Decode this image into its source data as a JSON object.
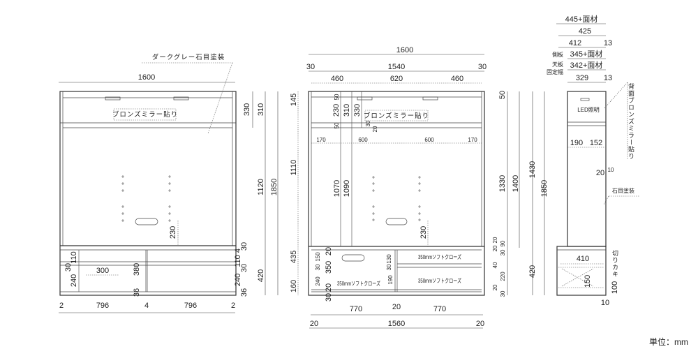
{
  "front": {
    "note_finish": "ダークグレー石目塗装",
    "mirror": "ブロンズミラー貼り",
    "width": "1600",
    "right_dims": [
      "330",
      "310",
      "1120",
      "1850",
      "30",
      "4",
      "110",
      "30",
      "240",
      "36",
      "420"
    ],
    "inner_dims": [
      "230",
      "110",
      "30",
      "240",
      "300",
      "380",
      "36"
    ],
    "bottom_dims": [
      "2",
      "796",
      "4",
      "796",
      "2"
    ]
  },
  "middle": {
    "top_dims": [
      "1600",
      "30",
      "1540",
      "30",
      "460",
      "620",
      "460"
    ],
    "left_dims": [
      "145",
      "1110",
      "435",
      "160"
    ],
    "inner_dims": [
      "50",
      "230",
      "50",
      "310",
      "330",
      "30",
      "20",
      "170",
      "600",
      "600",
      "170",
      "1070",
      "1090",
      "230",
      "20",
      "150",
      "30",
      "350",
      "240",
      "20",
      "30",
      "130",
      "30",
      "190"
    ],
    "drawer_labels": [
      "350mmソフトクローズ",
      "350mmソフトクローズ",
      "350mmソフトクローズ"
    ],
    "mirror": "ブロンズミラー貼り",
    "right_dims": [
      "50",
      "1330",
      "1400",
      "20",
      "20",
      "90",
      "30",
      "40",
      "220",
      "20",
      "30"
    ],
    "bottom_dims": [
      "770",
      "20",
      "770",
      "20",
      "1560",
      "20"
    ]
  },
  "side": {
    "top_dims": [
      "445+面材",
      "425",
      "412",
      "13",
      "345+面材",
      "342+面材",
      "329",
      "13"
    ],
    "top_labels": [
      "側板",
      "天板",
      "固定幅"
    ],
    "left_dims": [
      "1430",
      "1850",
      "420"
    ],
    "inner_dims": [
      "190",
      "152",
      "20",
      "10",
      "410",
      "150",
      "100",
      "10"
    ],
    "led": "LED照明",
    "back_mirror": "背面ブロンズミラー貼り",
    "finish": "石目塗装",
    "notch": "切りカキ"
  },
  "unit": "単位：mm"
}
